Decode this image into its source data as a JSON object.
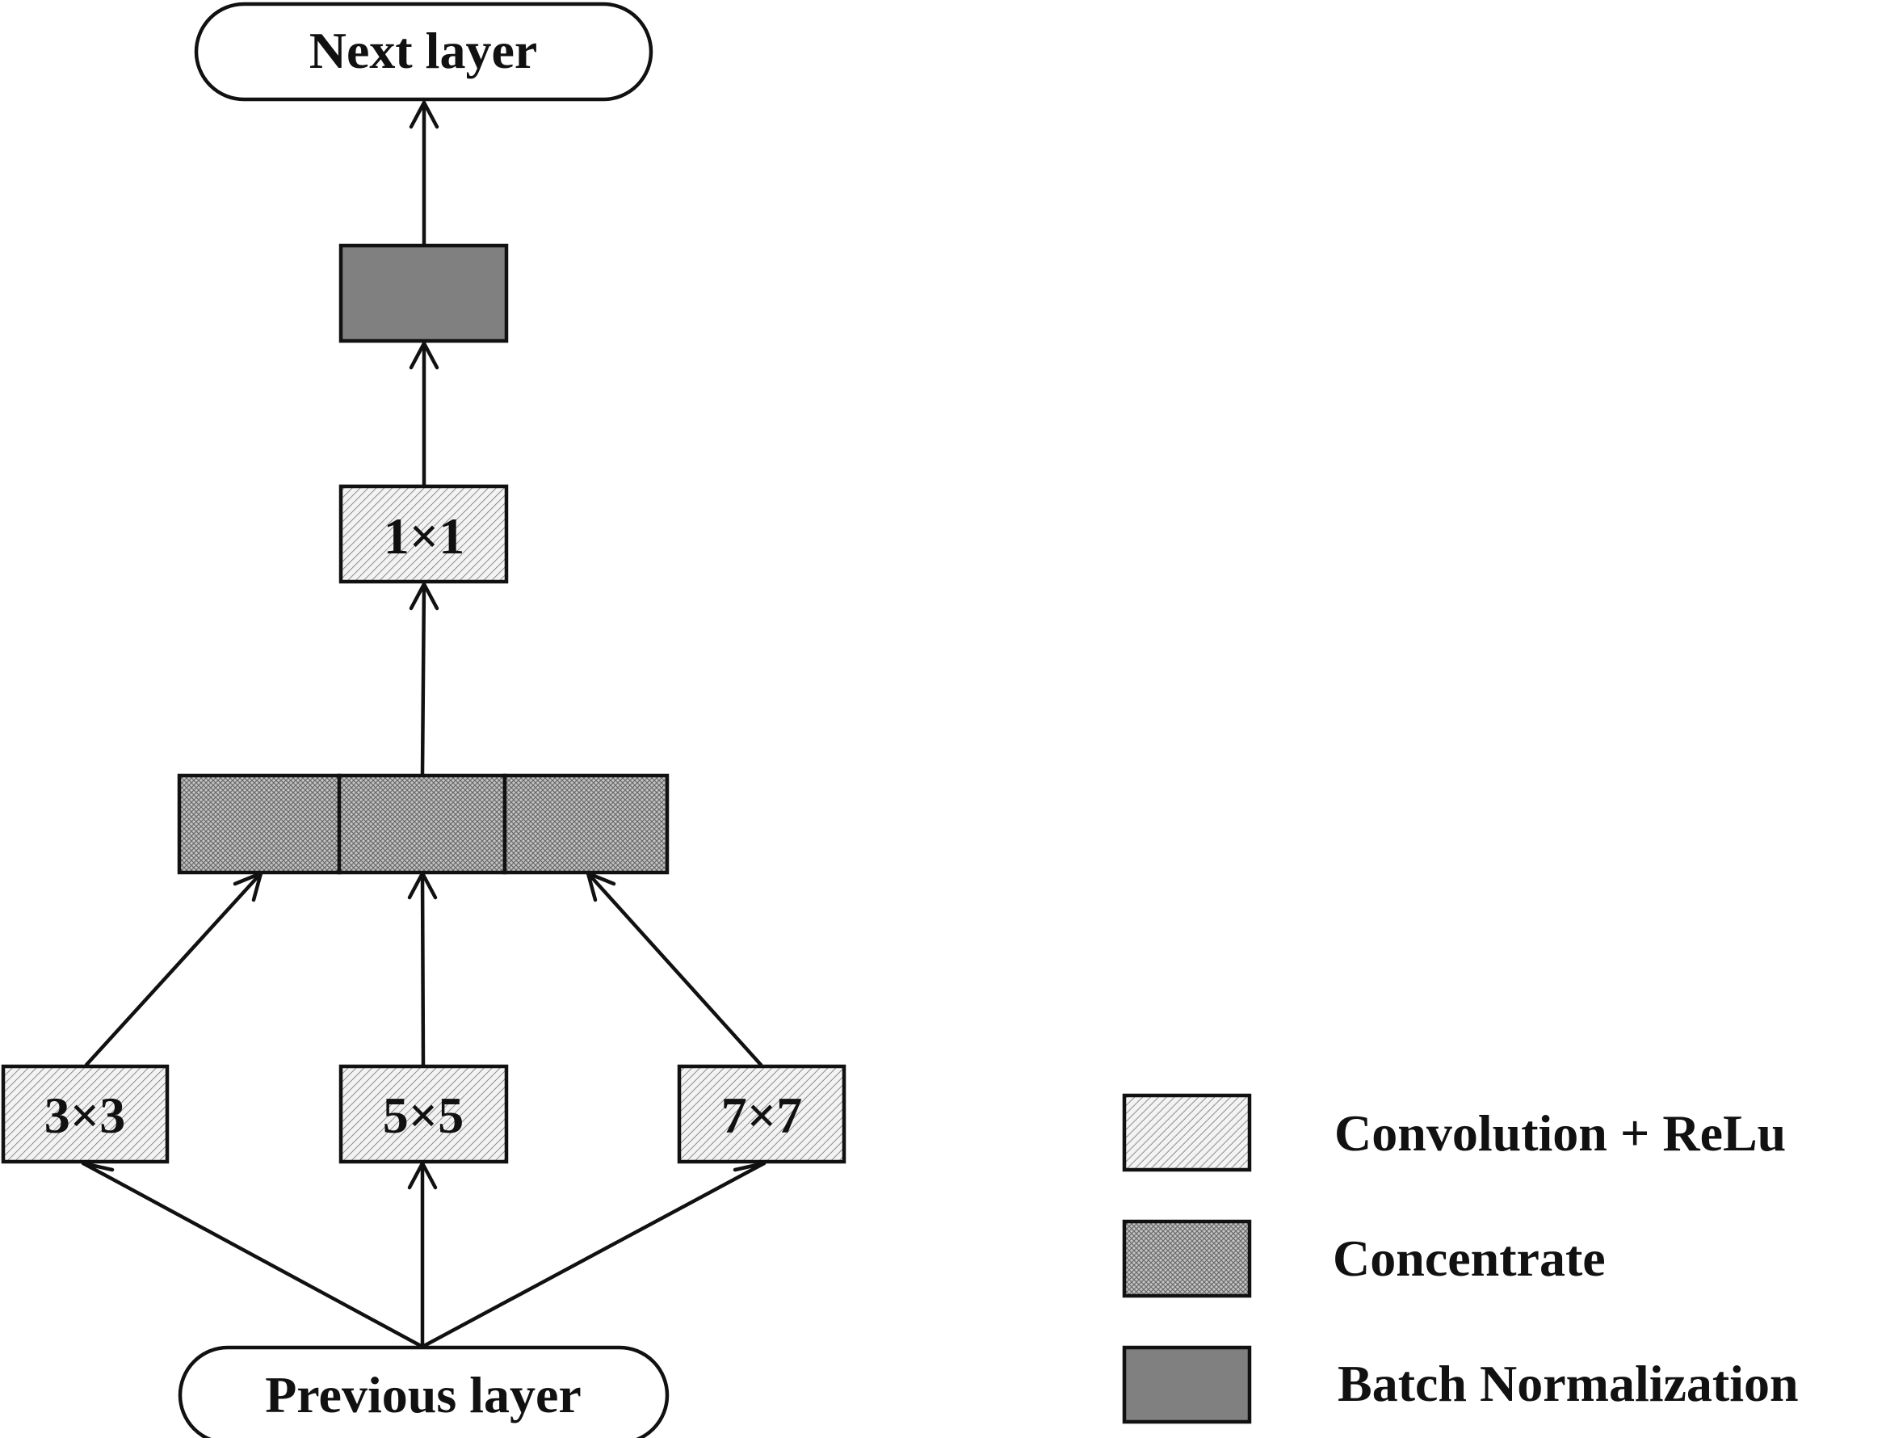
{
  "diagram": {
    "top_node": "Next layer",
    "bottom_node": "Previous layer",
    "conv_1x1": "1×1",
    "conv_3x3": "3×3",
    "conv_5x5": "5×5",
    "conv_7x7": "7×7"
  },
  "legend": {
    "items": [
      {
        "label": "Convolution + ReLu",
        "fill": "conv-hatch"
      },
      {
        "label": "Concentrate",
        "fill": "concat-crosshatch"
      },
      {
        "label": "Batch Normalization",
        "fill": "#808080"
      }
    ]
  },
  "colors": {
    "stroke": "#111111",
    "conv_fill": "#e6e6e6",
    "concat_fill": "#a0a0a0",
    "bn_fill": "#808080"
  }
}
